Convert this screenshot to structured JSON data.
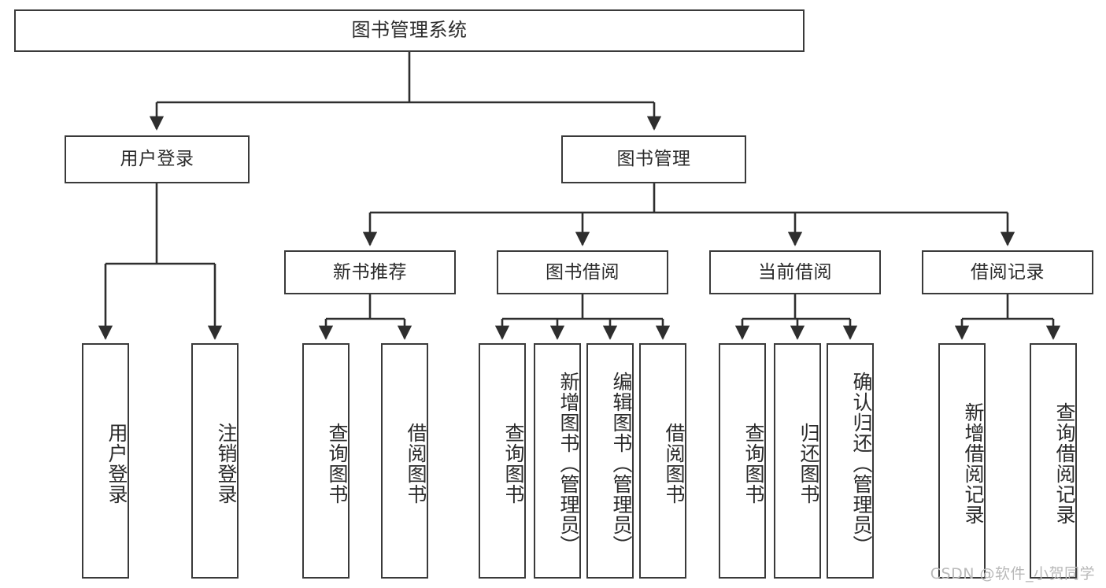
{
  "diagram": {
    "title": "图书管理系统",
    "type": "tree-hierarchy-chart",
    "colors": {
      "box_border": "#3a3a3a",
      "box_fill": "#ffffff",
      "line": "#2e2e2e",
      "text": "#2b2b2b",
      "watermark": "#b9b9b9",
      "background": "#ffffff"
    },
    "root": {
      "label": "图书管理系统"
    },
    "level2": [
      {
        "label": "用户登录"
      },
      {
        "label": "图书管理"
      }
    ],
    "level3": [
      {
        "label": "新书推荐"
      },
      {
        "label": "图书借阅"
      },
      {
        "label": "当前借阅"
      },
      {
        "label": "借阅记录"
      }
    ],
    "leaves": {
      "user_login": [
        {
          "label": "用户登录"
        },
        {
          "label": "注销登录"
        }
      ],
      "new_book_recommend": [
        {
          "label": "查询图书"
        },
        {
          "label": "借阅图书"
        }
      ],
      "book_borrow": [
        {
          "label": "查询图书"
        },
        {
          "label": "新增图书（管理员）"
        },
        {
          "label": "编辑图书（管理员）"
        },
        {
          "label": "借阅图书"
        }
      ],
      "current_borrow": [
        {
          "label": "查询图书"
        },
        {
          "label": "归还图书"
        },
        {
          "label": "确认归还（管理员）"
        }
      ],
      "borrow_record": [
        {
          "label": "新增借阅记录"
        },
        {
          "label": "查询借阅记录"
        }
      ]
    }
  },
  "watermark": {
    "text": "CSDN @软件_小贺同学"
  }
}
